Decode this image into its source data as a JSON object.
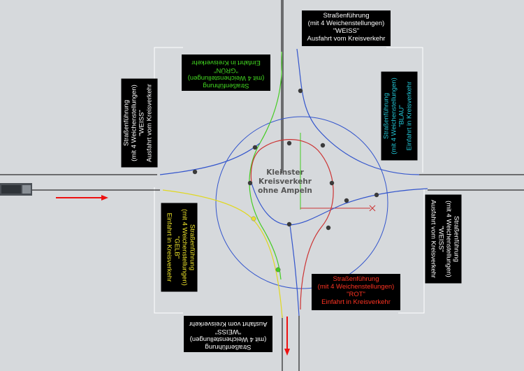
{
  "center_label": [
    "Kleinster",
    "Kreisverkehr",
    "ohne Ampeln"
  ],
  "labels": {
    "top_right": {
      "lines": [
        "Straßenführung",
        "(mit 4 Weichenstellungen)",
        "\"WEISS\"",
        "Ausfahrt vom Kreisverkehr"
      ],
      "color": "#ffffff"
    },
    "top_green": {
      "lines": [
        "Straßenführung",
        "(mit 4 Weichenstellungen)",
        "\"GRÜN\"",
        "Einfahrt in Kreisverkehr"
      ],
      "color": "#44dd22"
    },
    "left_white": {
      "lines": [
        "Straßenführung",
        "(mit 4 Weichenstellungen)",
        "\"WEISS\"",
        "Ausfahrt vom Kreisverkehr"
      ],
      "color": "#ffffff"
    },
    "right_blue": {
      "lines": [
        "Straßenführung",
        "(mit 4 Weichenstellungen)",
        "\"BLAU\"",
        "Einfahrt in Kreisverkehr"
      ],
      "color": "#22c8d8"
    },
    "left_yellow": {
      "lines": [
        "Straßenführung",
        "(mit 4 Weichenstellungen)",
        "\"GELB\"",
        "Einfahrt in Kreisverkehr"
      ],
      "color": "#f0e62a"
    },
    "right_white": {
      "lines": [
        "Straßenführung",
        "(mit 4 Weichenstellungen)",
        "\"WEISS\"",
        "Ausfahrt vom Kreisverkehr"
      ],
      "color": "#ffffff"
    },
    "bottom_red": {
      "lines": [
        "Straßenführung",
        "(mit 4 Weichenstellungen)",
        "\"ROT\"",
        "Einfahrt in Kreisverkehr"
      ],
      "color": "#ff3322"
    },
    "bottom_white": {
      "lines": [
        "Straßenführung",
        "(mit 4 Weichenstellungen)",
        "\"WEISS\"",
        "Ausfahrt vom Kreisverkehr"
      ],
      "color": "#ffffff"
    }
  },
  "colors": {
    "track_green": "#44cc22",
    "track_blue": "#3355cc",
    "track_yellow": "#e0d820",
    "track_red": "#cc3333",
    "arrow": "#ee1111",
    "rail": "#000000",
    "frame": "#ffffff"
  }
}
